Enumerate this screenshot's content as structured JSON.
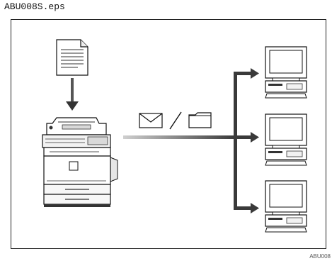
{
  "header": {
    "filename": "ABU008S.eps"
  },
  "figure": {
    "id_label": "ABU008"
  },
  "icons": {
    "document": "document-icon",
    "copier": "copier-machine-icon",
    "email": "envelope-icon",
    "folder": "folder-icon",
    "computer": "computer-icon"
  },
  "colors": {
    "line": "#111111",
    "arrow_dark": "#3a3a3a",
    "arrow_light": "#c8c8c8",
    "fill_light": "#f2f2f2",
    "fill_mid": "#d9d9d9"
  },
  "destinations": [
    "computer-1",
    "computer-2",
    "computer-3"
  ]
}
